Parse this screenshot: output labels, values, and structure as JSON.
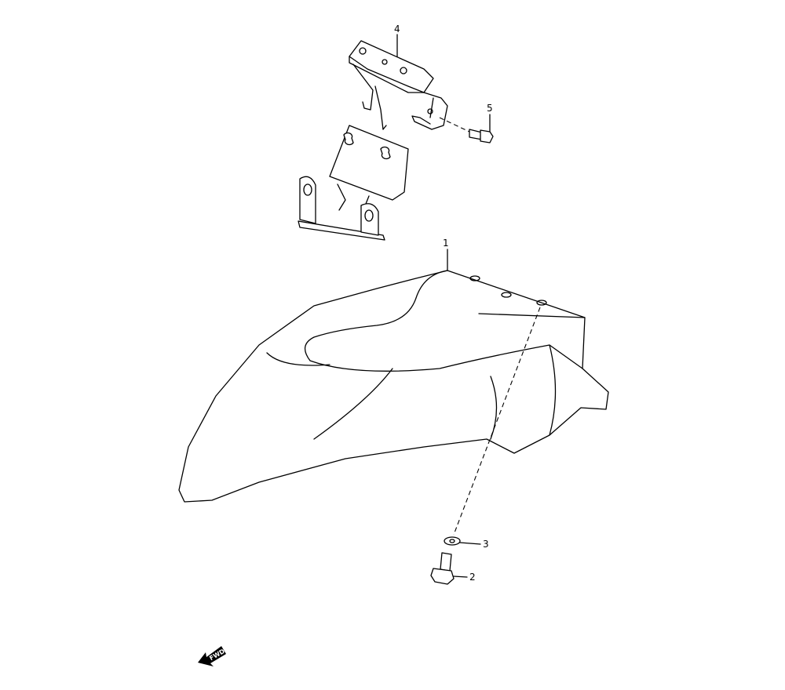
{
  "diagram": {
    "callouts": [
      {
        "id": "1",
        "part": "front-fender"
      },
      {
        "id": "2",
        "part": "bolt"
      },
      {
        "id": "3",
        "part": "washer"
      },
      {
        "id": "4",
        "part": "fender-bracket"
      },
      {
        "id": "5",
        "part": "bracket-bolt"
      }
    ],
    "direction_arrow": {
      "label": "FWD"
    }
  }
}
